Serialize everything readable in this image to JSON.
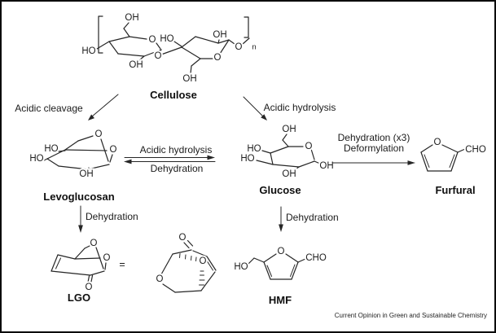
{
  "figure": {
    "background": "#ffffff",
    "border_color": "#0a0a0a",
    "ink_color": "#262626"
  },
  "compounds": {
    "cellulose": {
      "name": "Cellulose",
      "labels": {
        "oh_c6": "OH",
        "ho_c4": "HO",
        "o_ring": "O",
        "oh_c2": "OH",
        "o_glycosidic": "O",
        "ho_right": "HO",
        "oh_right_top": "OH",
        "o_ring_right": "O",
        "oh_c6_right": "OH",
        "o_chain": "O",
        "repeat_subscript": "n"
      }
    },
    "levoglucosan": {
      "name": "Levoglucosan",
      "labels": {
        "o_bridge": "O",
        "o_ring": "O",
        "ho_upper": "HO",
        "ho_lower": "HO",
        "oh_bottom": "OH"
      }
    },
    "glucose": {
      "name": "Glucose",
      "labels": {
        "oh_c6": "OH",
        "o_ring": "O",
        "ho_upper": "HO",
        "ho_lower": "HO",
        "oh_bottom": "OH",
        "oh_anomeric": "OH"
      }
    },
    "furfural": {
      "name": "Furfural",
      "labels": {
        "o_ring": "O",
        "cho": "CHO"
      }
    },
    "lgo": {
      "name": "LGO",
      "equals_sign": "=",
      "chair_labels": {
        "o_bridge": "O",
        "o_ring": "O",
        "o_ketone": "O"
      },
      "bicyclic_labels": {
        "o_ketone": "O",
        "o_inner": "O",
        "o_ring": "O"
      }
    },
    "hmf": {
      "name": "HMF",
      "labels": {
        "ho": "HO",
        "o_ring": "O",
        "cho": "CHO"
      }
    }
  },
  "reactions": {
    "acidic_cleavage": {
      "label": "Acidic cleavage"
    },
    "acidic_hydrolysis": {
      "label": "Acidic hydrolysis"
    },
    "equilibrium": {
      "forward_label": "Acidic hydrolysis",
      "reverse_label": "Dehydration"
    },
    "glucose_to_furfural": {
      "line1": "Dehydration (x3)",
      "line2": "Deformylation"
    },
    "levoglucosan_to_lgo": {
      "label": "Dehydration"
    },
    "glucose_to_hmf": {
      "label": "Dehydration"
    }
  },
  "footer": {
    "credit": "Current Opinion in Green and Sustainable Chemistry"
  }
}
